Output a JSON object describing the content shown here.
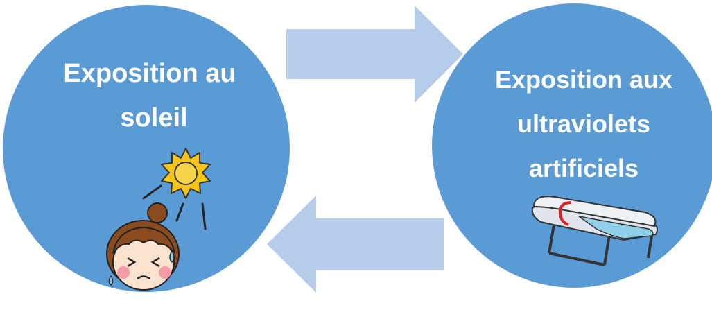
{
  "diagram": {
    "left_circle": {
      "lines": [
        "Exposition au",
        "soleil"
      ],
      "icons": [
        "sun-icon",
        "sweating-face-icon"
      ]
    },
    "right_circle": {
      "lines": [
        "Exposition aux",
        "ultraviolets",
        "artificiels"
      ],
      "icons": [
        "tanning-bed-icon"
      ]
    },
    "arrows": [
      {
        "name": "arrow-to-right",
        "direction": "right"
      },
      {
        "name": "arrow-to-left",
        "direction": "left"
      }
    ]
  },
  "colors": {
    "circle": "#5b9bd5",
    "arrow": "#b6cde9",
    "text": "#ffffff",
    "sun": "#f5c518",
    "sun_center": "#f7d54a"
  }
}
